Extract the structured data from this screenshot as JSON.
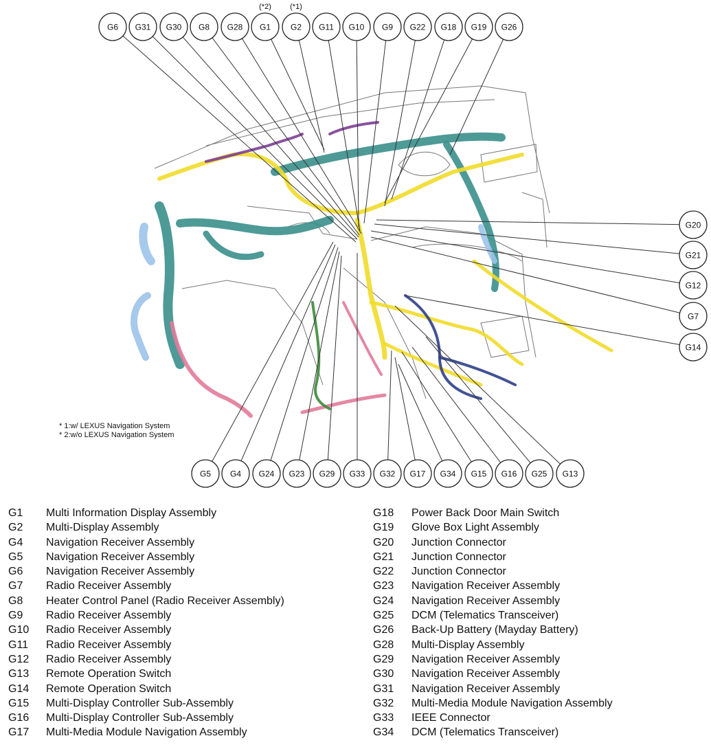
{
  "colors": {
    "yellow_harness": "#f1dc2a",
    "teal_harness": "#3a8f8c",
    "blue_harness": "#2f3f88",
    "pink_harness": "#e17b9a",
    "purple_harness": "#7d3f95",
    "green_harness": "#3e8a3c",
    "light_blue_part": "#9cc3ea",
    "outline": "#666666"
  },
  "top_callouts": [
    {
      "label": "G6"
    },
    {
      "label": "G31"
    },
    {
      "label": "G30"
    },
    {
      "label": "G8"
    },
    {
      "label": "G28"
    },
    {
      "label": "G1",
      "note": "(*2)"
    },
    {
      "label": "G2",
      "note": "(*1)"
    },
    {
      "label": "G11"
    },
    {
      "label": "G10"
    },
    {
      "label": "G9"
    },
    {
      "label": "G22"
    },
    {
      "label": "G18"
    },
    {
      "label": "G19"
    },
    {
      "label": "G26"
    }
  ],
  "right_callouts": [
    {
      "label": "G20"
    },
    {
      "label": "G21"
    },
    {
      "label": "G12"
    },
    {
      "label": "G7"
    },
    {
      "label": "G14"
    }
  ],
  "bottom_callouts": [
    {
      "label": "G5"
    },
    {
      "label": "G4"
    },
    {
      "label": "G24"
    },
    {
      "label": "G23"
    },
    {
      "label": "G29"
    },
    {
      "label": "G33"
    },
    {
      "label": "G32"
    },
    {
      "label": "G17"
    },
    {
      "label": "G34"
    },
    {
      "label": "G15"
    },
    {
      "label": "G16"
    },
    {
      "label": "G25"
    },
    {
      "label": "G13"
    }
  ],
  "footnotes": [
    "* 1:w/ LEXUS Navigation System",
    "* 2:w/o LEXUS Navigation System"
  ],
  "legend_left": [
    {
      "code": "G1",
      "name": "Multi Information Display Assembly"
    },
    {
      "code": "G2",
      "name": "Multi-Display Assembly"
    },
    {
      "code": "G4",
      "name": "Navigation Receiver Assembly"
    },
    {
      "code": "G5",
      "name": "Navigation Receiver Assembly"
    },
    {
      "code": "G6",
      "name": "Navigation Receiver Assembly"
    },
    {
      "code": "G7",
      "name": "Radio Receiver Assembly"
    },
    {
      "code": "G8",
      "name": "Heater Control Panel (Radio Receiver Assembly)"
    },
    {
      "code": "G9",
      "name": "Radio Receiver Assembly"
    },
    {
      "code": "G10",
      "name": "Radio Receiver Assembly"
    },
    {
      "code": "G11",
      "name": "Radio Receiver Assembly"
    },
    {
      "code": "G12",
      "name": "Radio Receiver Assembly"
    },
    {
      "code": "G13",
      "name": "Remote Operation Switch"
    },
    {
      "code": "G14",
      "name": "Remote Operation Switch"
    },
    {
      "code": "G15",
      "name": "Multi-Display Controller Sub-Assembly"
    },
    {
      "code": "G16",
      "name": "Multi-Display Controller Sub-Assembly"
    },
    {
      "code": "G17",
      "name": "Multi-Media Module Navigation Assembly"
    }
  ],
  "legend_right": [
    {
      "code": "G18",
      "name": "Power Back Door Main Switch"
    },
    {
      "code": "G19",
      "name": "Glove Box Light Assembly"
    },
    {
      "code": "G20",
      "name": "Junction Connector"
    },
    {
      "code": "G21",
      "name": "Junction Connector"
    },
    {
      "code": "G22",
      "name": "Junction Connector"
    },
    {
      "code": "G23",
      "name": "Navigation Receiver Assembly"
    },
    {
      "code": "G24",
      "name": "Navigation Receiver Assembly"
    },
    {
      "code": "G25",
      "name": "DCM (Telematics Transceiver)"
    },
    {
      "code": "G26",
      "name": "Back-Up Battery (Mayday Battery)"
    },
    {
      "code": "G28",
      "name": "Multi-Display Assembly"
    },
    {
      "code": "G29",
      "name": "Navigation Receiver Assembly"
    },
    {
      "code": "G30",
      "name": "Navigation Receiver Assembly"
    },
    {
      "code": "G31",
      "name": "Navigation Receiver Assembly"
    },
    {
      "code": "G32",
      "name": "Multi-Media Module Navigation Assembly"
    },
    {
      "code": "G33",
      "name": "IEEE Connector"
    },
    {
      "code": "G34",
      "name": "DCM (Telematics Transceiver)"
    }
  ]
}
